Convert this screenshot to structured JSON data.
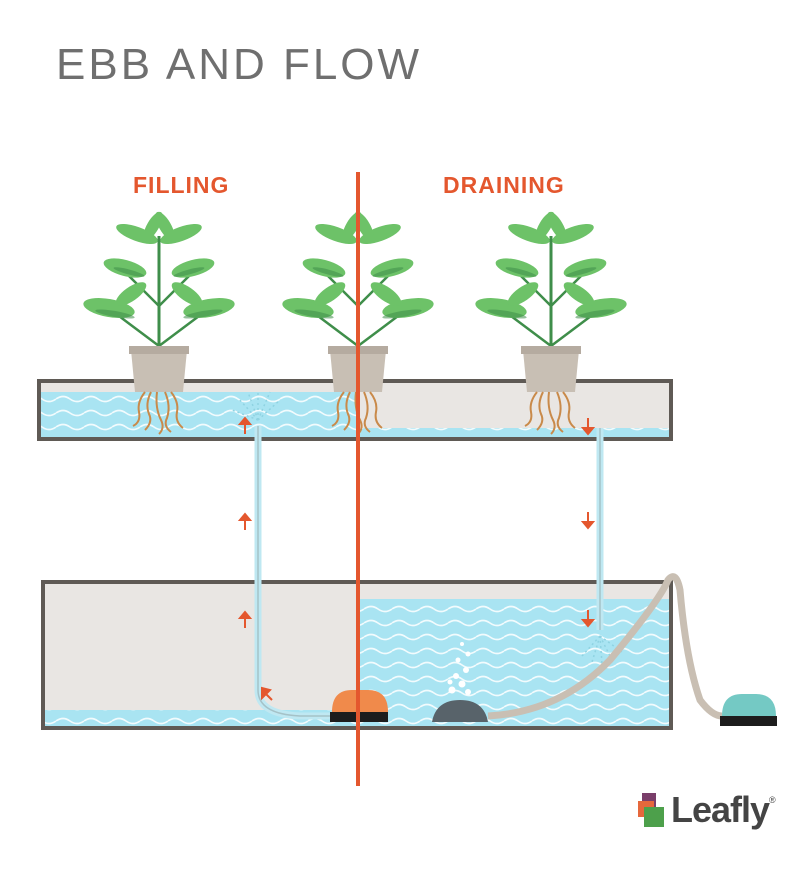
{
  "title": "EBB AND FLOW",
  "phases": {
    "filling": "FILLING",
    "draining": "DRAINING"
  },
  "brand": {
    "name": "Leafly",
    "mark": "®"
  },
  "colors": {
    "accent": "#e4572e",
    "water": "#a9e4f2",
    "wave": "#ffffff",
    "tray": "#e9e6e3",
    "frame": "#5f5a55",
    "leaf": "#6dc268",
    "leaf_dark": "#3f8e4a",
    "pot": "#c8bfb4",
    "root": "#c98a4a",
    "pump_fill": "#f08a4b",
    "pump_air": "#74c9c4",
    "airstone": "#58636a",
    "hose": "#c9bfb3"
  }
}
